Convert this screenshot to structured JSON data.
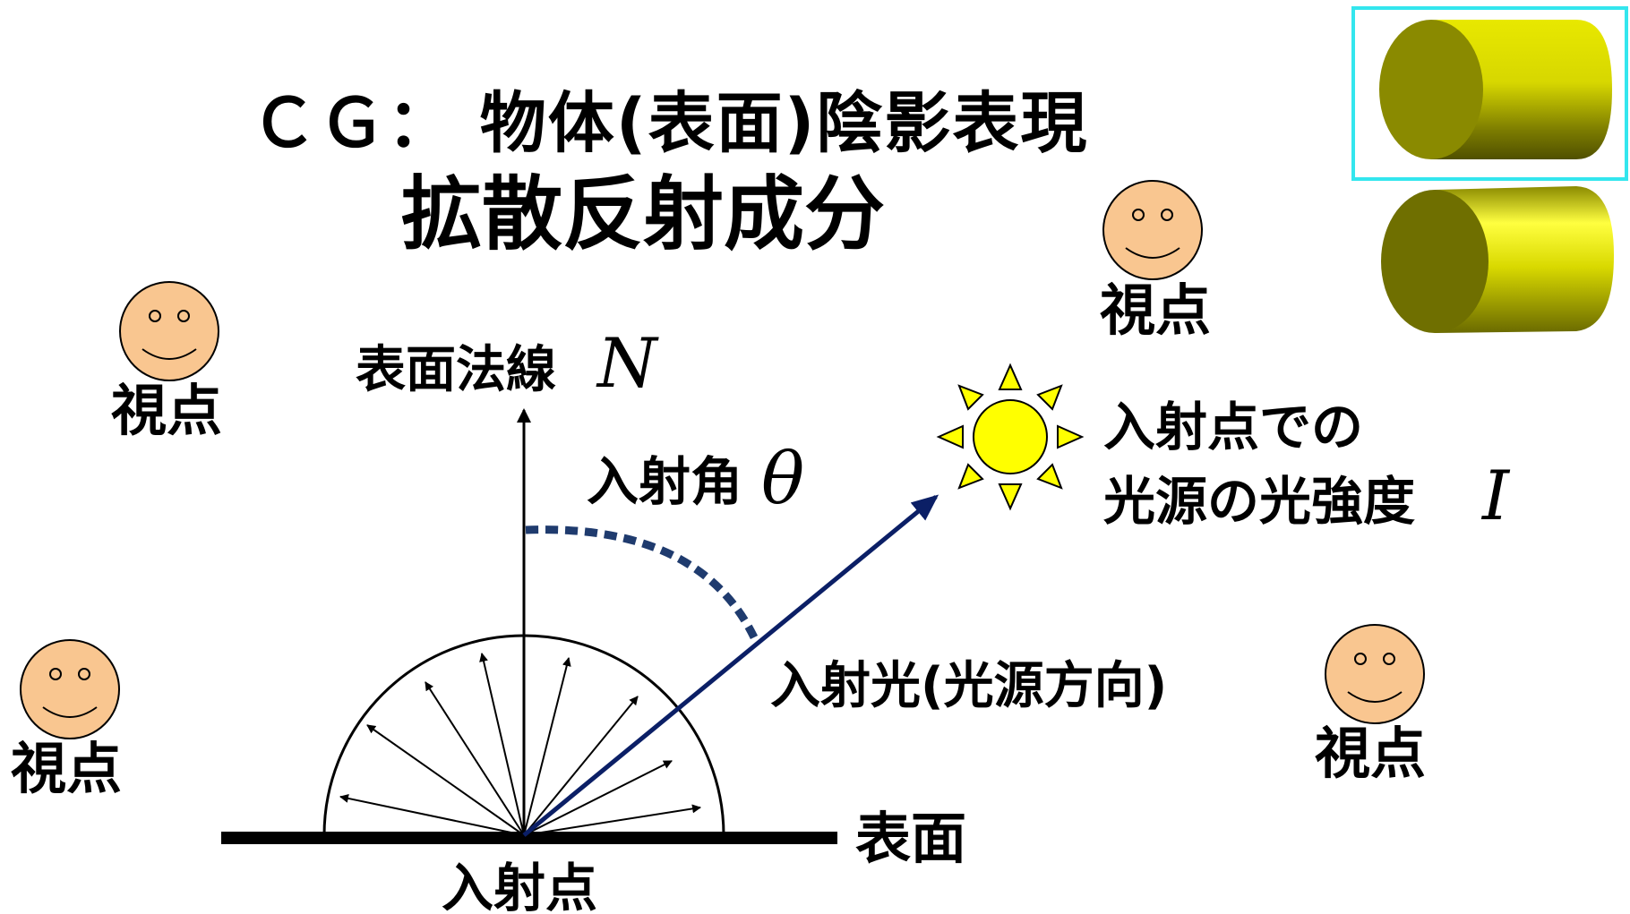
{
  "title": {
    "line1": "ＣＧ： 物体(表面)陰影表現",
    "line2": "拡散反射成分"
  },
  "labels": {
    "surface_normal": "表面法線",
    "normal_symbol": "N",
    "incident_angle": "入射角",
    "angle_symbol": "θ",
    "light_intensity_line1": "入射点での",
    "light_intensity_line2": "光源の光強度",
    "intensity_symbol": "I",
    "incident_light": "入射光(光源方向)",
    "surface": "表面",
    "incident_point": "入射点"
  },
  "viewpoints": {
    "label": "視点"
  },
  "colors": {
    "face": "#f9c690",
    "sun": "#ffff00",
    "incident_arrow": "#0b1f66",
    "angle_arc": "#1f3b6e",
    "highlight_box": "#33e6ee",
    "cylinder": "#c8c800"
  },
  "icons": [
    "smiley-face-icon",
    "sun-icon",
    "cylinder-icon"
  ]
}
